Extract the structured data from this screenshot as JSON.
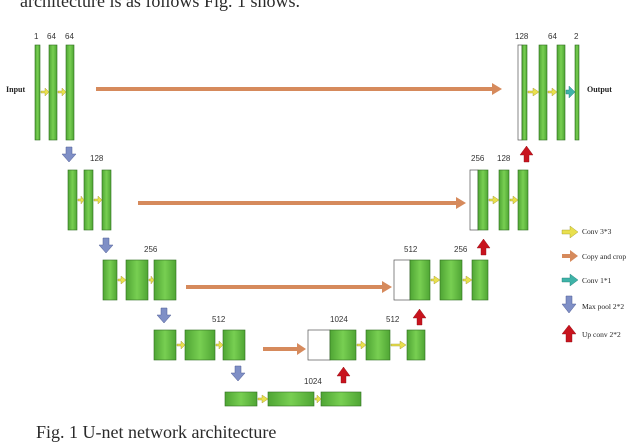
{
  "header_text": "architecture is as follows Fig. 1 shows.",
  "caption": "Fig. 1 U-net network architecture",
  "labels": {
    "input": "Input",
    "output": "Output",
    "c_1": "1",
    "c_64a": "64",
    "c_64b": "64",
    "c_128": "128",
    "c_256": "256",
    "c_512": "512",
    "c_1024_bottom": "1024",
    "c_1024_up": "1024",
    "c_512_up": "512",
    "c_512_up2": "512",
    "c_256_up": "256",
    "c_256_up2": "256",
    "c_128_up": "128",
    "c_128_out": "128",
    "c_64_out": "64",
    "c_2_out": "2"
  },
  "legend": {
    "conv": "Conv 3*3",
    "copy": "Copy and crop",
    "conv1": "Conv 1*1",
    "maxpool": "Max pool 2*2",
    "upconv": "Up conv 2*2"
  },
  "colors": {
    "block": "#6cc04a",
    "block_dark": "#3e8a2a",
    "block_light": "#a7e08e",
    "copy_arrow": "#d68a5c",
    "conv_arrow": "#e9e04e",
    "conv1_arrow": "#3fb3a8",
    "pool_arrow": "#7f8fc6",
    "up_arrow": "#c8141e"
  }
}
